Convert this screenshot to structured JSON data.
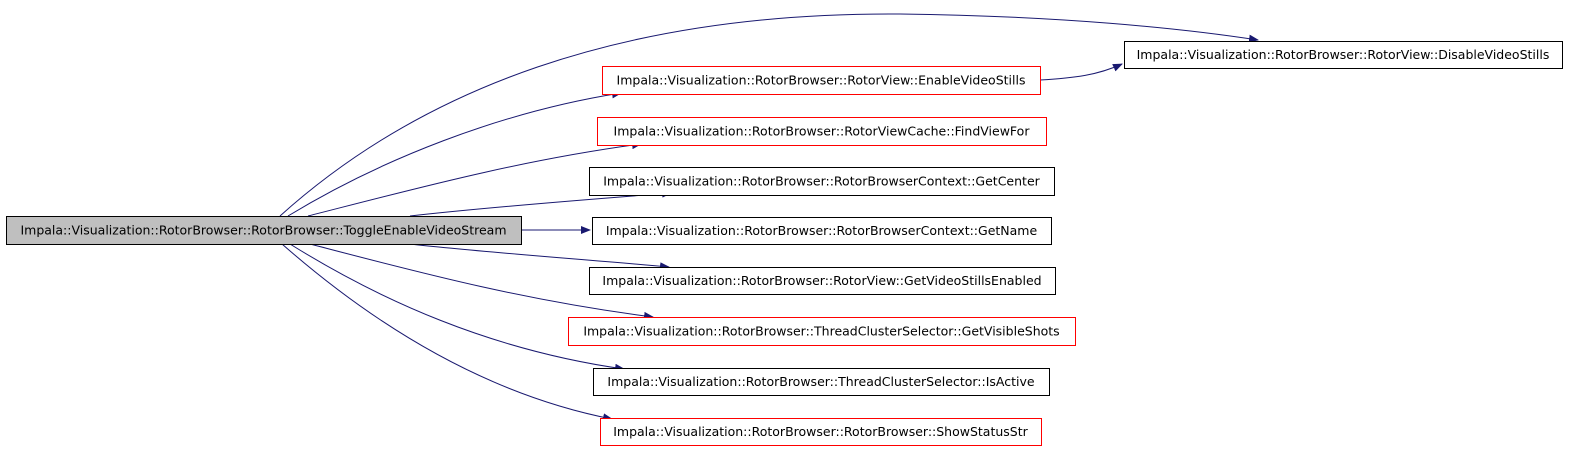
{
  "graph": {
    "nodes": [
      {
        "id": "root",
        "label": "Impala::Visualization::RotorBrowser::RotorBrowser::ToggleEnableVideoStream",
        "style": "root"
      },
      {
        "id": "n_disable",
        "label": "Impala::Visualization::RotorBrowser::RotorView::DisableVideoStills",
        "style": "normal"
      },
      {
        "id": "n_enable",
        "label": "Impala::Visualization::RotorBrowser::RotorView::EnableVideoStills",
        "style": "truncated"
      },
      {
        "id": "n_find",
        "label": "Impala::Visualization::RotorBrowser::RotorViewCache::FindViewFor",
        "style": "truncated"
      },
      {
        "id": "n_center",
        "label": "Impala::Visualization::RotorBrowser::RotorBrowserContext::GetCenter",
        "style": "normal"
      },
      {
        "id": "n_name",
        "label": "Impala::Visualization::RotorBrowser::RotorBrowserContext::GetName",
        "style": "normal"
      },
      {
        "id": "n_stills",
        "label": "Impala::Visualization::RotorBrowser::RotorView::GetVideoStillsEnabled",
        "style": "normal"
      },
      {
        "id": "n_visible",
        "label": "Impala::Visualization::RotorBrowser::ThreadClusterSelector::GetVisibleShots",
        "style": "truncated"
      },
      {
        "id": "n_active",
        "label": "Impala::Visualization::RotorBrowser::ThreadClusterSelector::IsActive",
        "style": "normal"
      },
      {
        "id": "n_status",
        "label": "Impala::Visualization::RotorBrowser::RotorBrowser::ShowStatusStr",
        "style": "truncated"
      }
    ],
    "edges": [
      {
        "from": "root",
        "to": "n_disable"
      },
      {
        "from": "root",
        "to": "n_enable"
      },
      {
        "from": "n_enable",
        "to": "n_disable"
      },
      {
        "from": "root",
        "to": "n_find"
      },
      {
        "from": "root",
        "to": "n_center"
      },
      {
        "from": "root",
        "to": "n_name"
      },
      {
        "from": "root",
        "to": "n_stills"
      },
      {
        "from": "root",
        "to": "n_visible"
      },
      {
        "from": "root",
        "to": "n_active"
      },
      {
        "from": "root",
        "to": "n_status"
      }
    ],
    "colors": {
      "edge": "#191970",
      "root_fill": "#bfbfbf",
      "node_border": "#000000",
      "truncated_border": "#ff0000",
      "text": "#000000"
    }
  }
}
